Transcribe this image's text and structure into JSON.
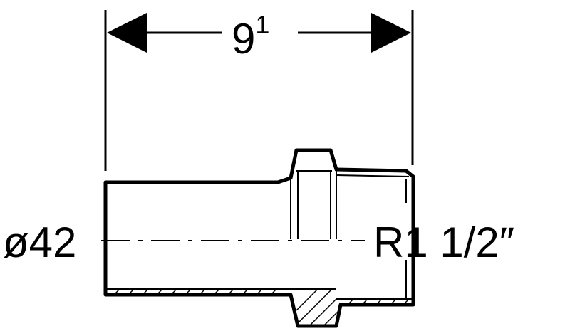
{
  "dimensions": {
    "length_main": "9",
    "length_sup": "1",
    "diameter": "ø42",
    "thread": "R1 1/2″"
  },
  "colors": {
    "ink": "#000000",
    "paper": "#ffffff"
  }
}
